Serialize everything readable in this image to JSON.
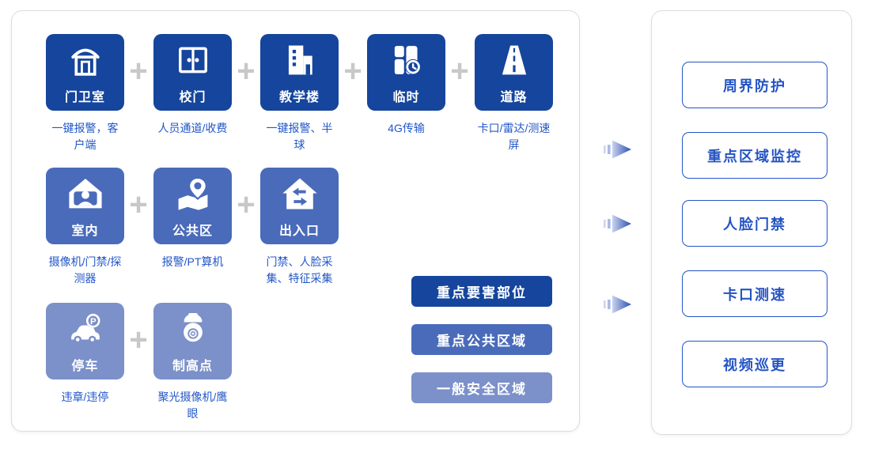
{
  "colors": {
    "tier1": "#15459C",
    "tier2": "#4A6BBA",
    "tier3": "#7C90C9",
    "caption_text": "#2257C8",
    "outline_blue": "#2454C4",
    "plus_gray": "#C8C8C8",
    "panel_border": "#DCDCDC",
    "arrow_dark": "#2B50B4",
    "arrow_light": "#C9D3EE"
  },
  "symbols": {
    "plus": "+"
  },
  "left_panel": {
    "rows": [
      {
        "tier_label": "重点要害部位",
        "tiles": [
          {
            "label": "门卫室",
            "caption": "一键报警，客户端"
          },
          {
            "label": "校门",
            "caption": "人员通道/收费"
          },
          {
            "label": "教学楼",
            "caption": "一键报警、半球"
          },
          {
            "label": "临时",
            "caption": "4G传输"
          },
          {
            "label": "道路",
            "caption": "卡口/雷达/测速屏"
          }
        ]
      },
      {
        "tier_label": "重点公共区域",
        "tiles": [
          {
            "label": "室内",
            "caption": "摄像机/门禁/探测器"
          },
          {
            "label": "公共区",
            "caption": "报警/PT算机"
          },
          {
            "label": "出入口",
            "caption": "门禁、人脸采集、特征采集"
          }
        ]
      },
      {
        "tier_label": "一般安全区域",
        "tiles": [
          {
            "label": "停车",
            "caption": "违章/违停"
          },
          {
            "label": "制高点",
            "caption": "聚光摄像机/鹰眼"
          }
        ]
      }
    ],
    "legend": [
      {
        "label": "重点要害部位"
      },
      {
        "label": "重点公共区域"
      },
      {
        "label": "一般安全区域"
      }
    ]
  },
  "right_panel": {
    "items": [
      {
        "label": "周界防护"
      },
      {
        "label": "重点区域监控"
      },
      {
        "label": "人脸门禁"
      },
      {
        "label": "卡口测速"
      },
      {
        "label": "视频巡更"
      }
    ]
  }
}
